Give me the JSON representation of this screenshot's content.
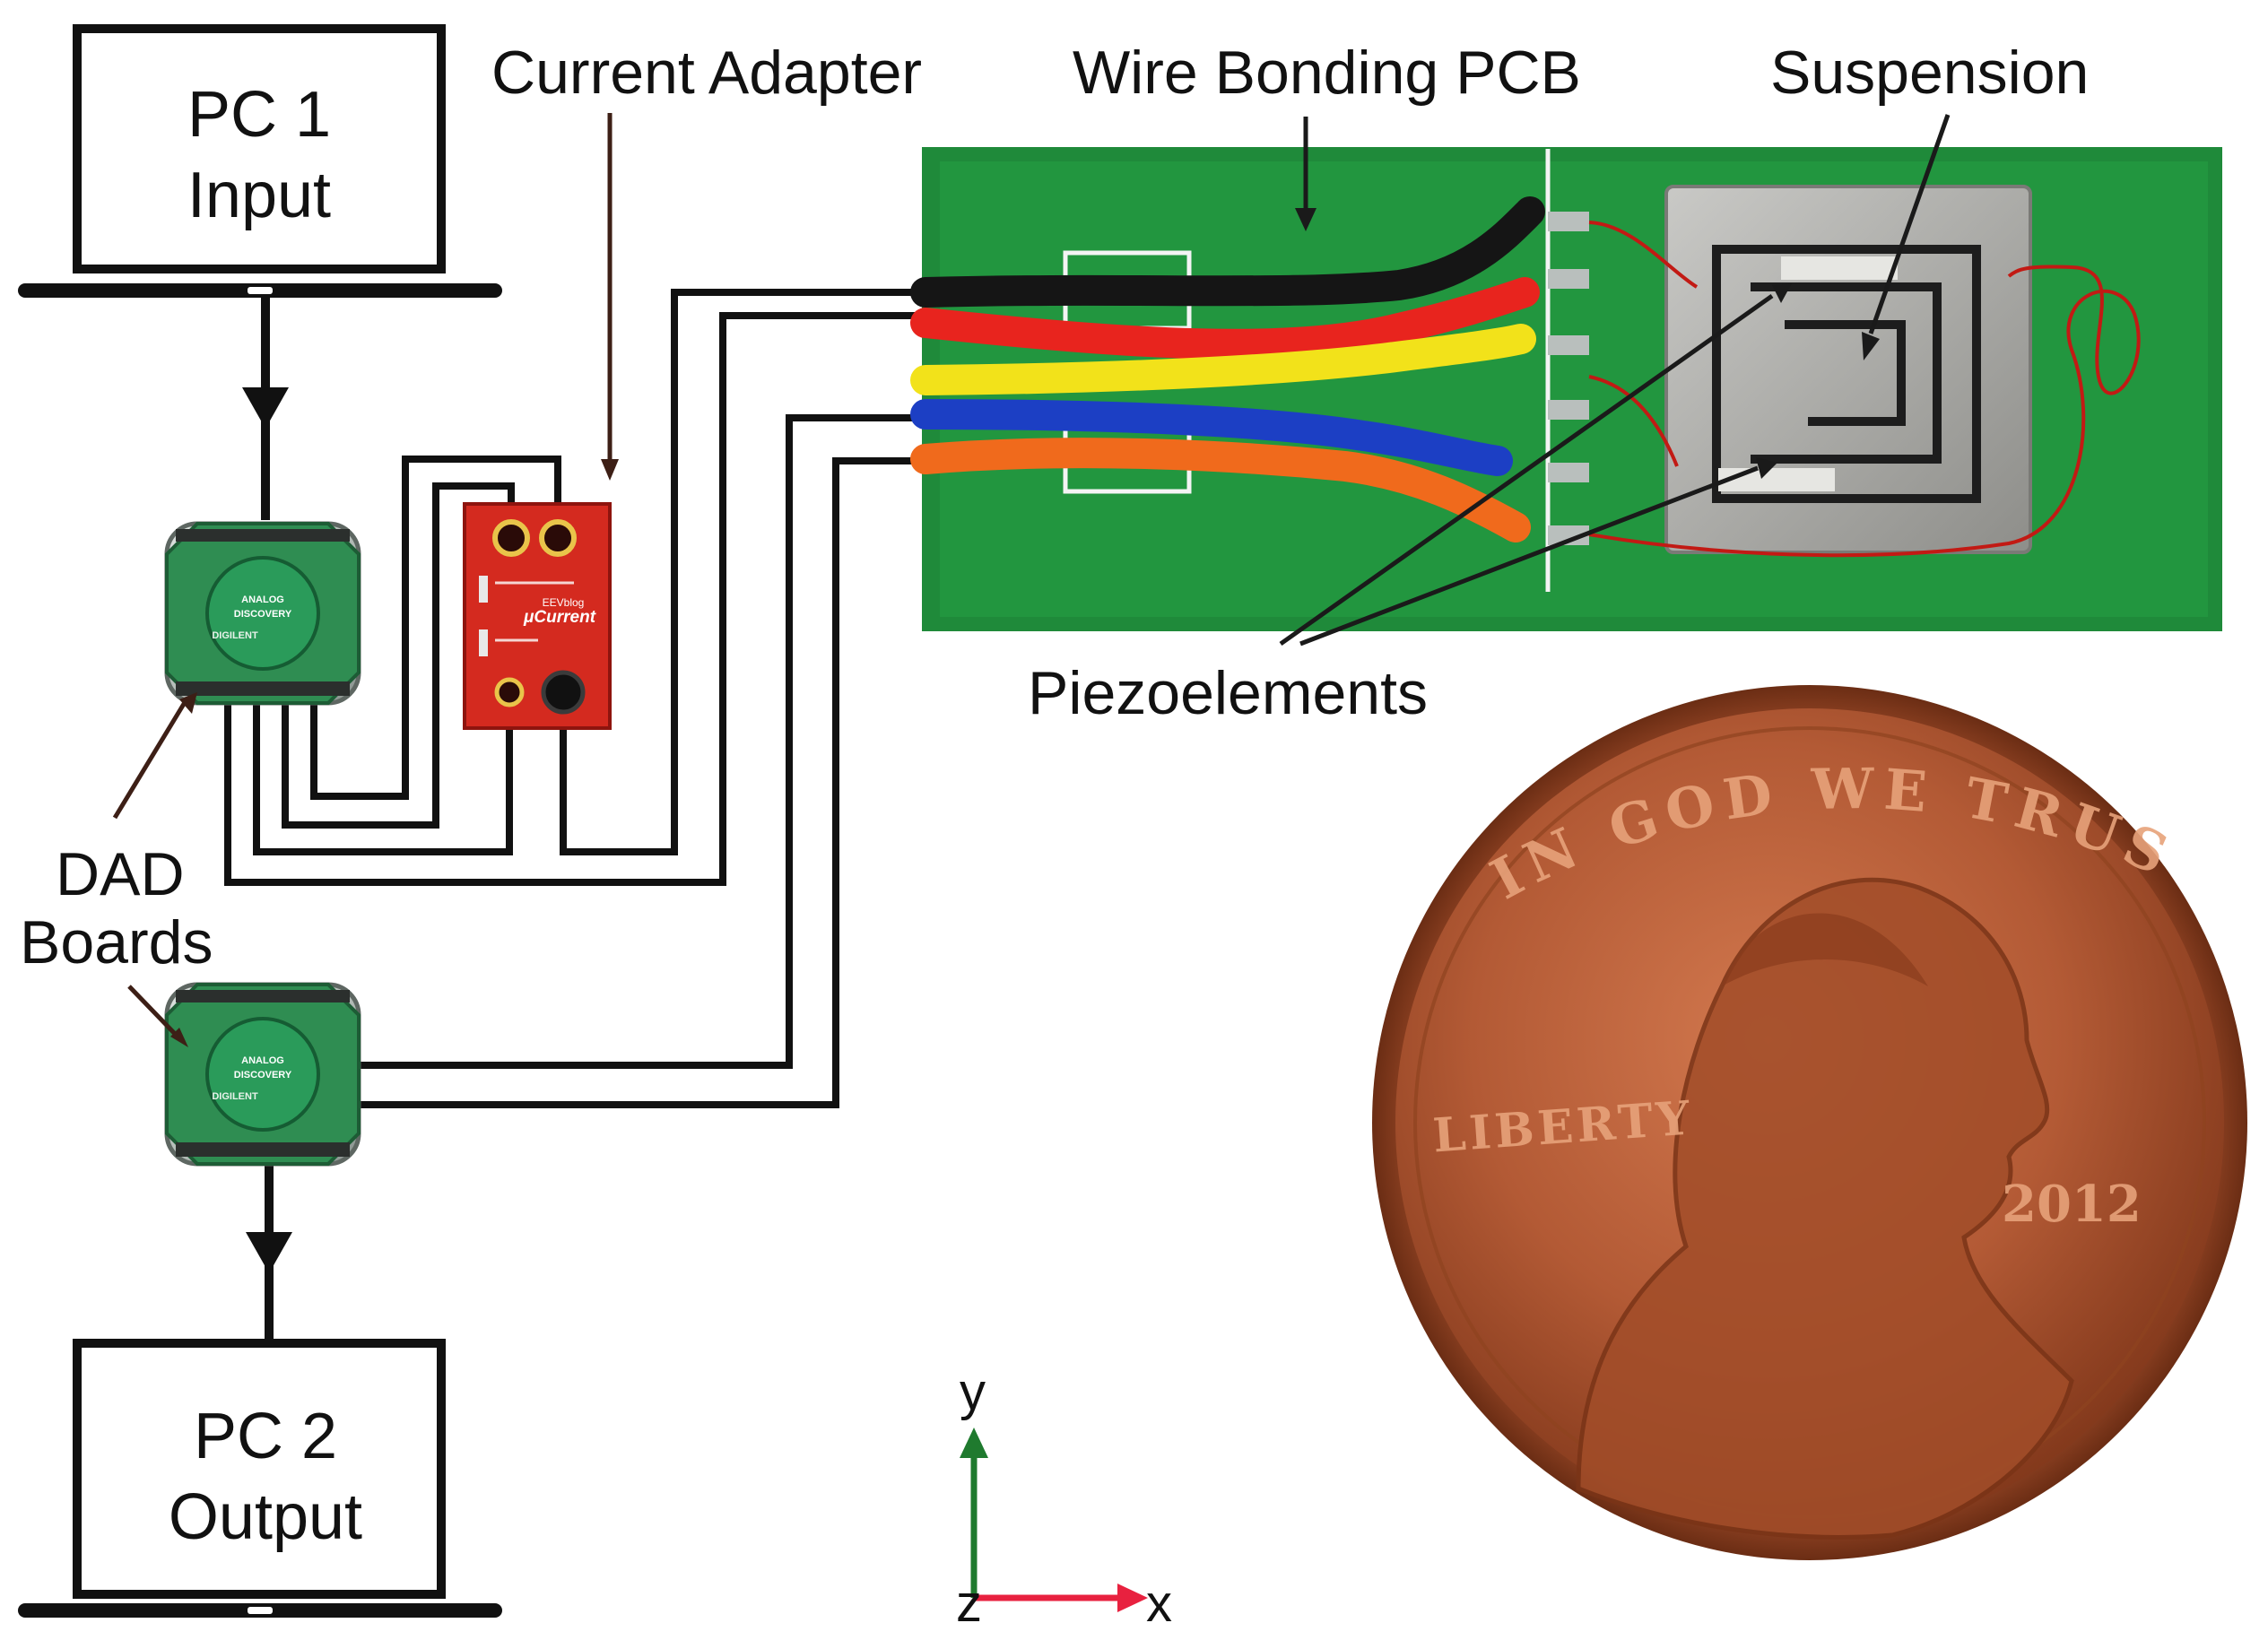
{
  "labels": {
    "pc1_line1": "PC 1",
    "pc1_line2": "Input",
    "pc2_line1": "PC 2",
    "pc2_line2": "Output",
    "current_adapter": "Current Adapter",
    "wire_bonding_pcb": "Wire Bonding PCB",
    "suspension": "Suspension",
    "piezoelements": "Piezoelements",
    "dad_line1": "DAD",
    "dad_line2": "Boards"
  },
  "device_text": {
    "dad_brand_line1": "ANALOG",
    "dad_brand_line2": "DISCOVERY",
    "dad_maker": "DIGILENT",
    "adapter_brand": "EEVblog",
    "adapter_name": "μCurrent"
  },
  "coin": {
    "motto": "IN GOD WE TRUST",
    "liberty": "LIBERTY",
    "year": "2012"
  },
  "axes": {
    "x": "x",
    "y": "y",
    "z": "z"
  },
  "colors": {
    "pcb_green": "#1f8a3a",
    "adapter_red": "#d42a1f",
    "coin_copper": "#b35a35",
    "axis_x": "#e8213f",
    "axis_y": "#1f7a2e",
    "wire_black": "#151515",
    "wire_red": "#e8241e",
    "wire_yellow": "#f2e21a",
    "wire_blue": "#1c3fc4",
    "wire_orange": "#f06a1c"
  }
}
